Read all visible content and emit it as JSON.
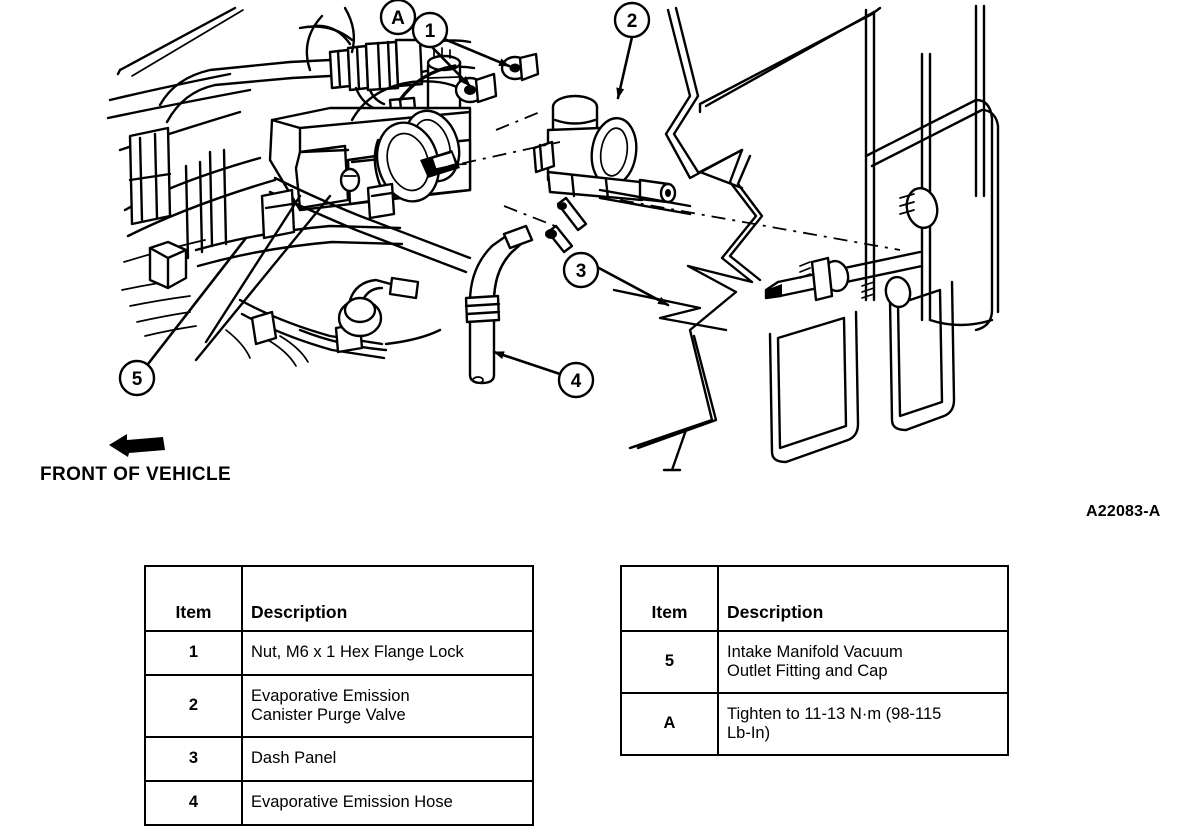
{
  "figure": {
    "code": "A22083-A",
    "orientation_label": "FRONT OF VEHICLE",
    "orientation_icon": "left-arrow-icon",
    "callouts": [
      {
        "id": "A",
        "label": "A"
      },
      {
        "id": "1",
        "label": "1"
      },
      {
        "id": "2",
        "label": "2"
      },
      {
        "id": "3",
        "label": "3"
      },
      {
        "id": "4",
        "label": "4"
      },
      {
        "id": "5",
        "label": "5"
      }
    ]
  },
  "tables": {
    "left": {
      "headers": {
        "item": "Item",
        "description": "Description"
      },
      "rows": [
        {
          "item": "1",
          "description": "Nut, M6 x 1 Hex Flange Lock"
        },
        {
          "item": "2",
          "description": "Evaporative Emission\nCanister Purge Valve"
        },
        {
          "item": "3",
          "description": "Dash Panel"
        },
        {
          "item": "4",
          "description": "Evaporative Emission Hose"
        }
      ]
    },
    "right": {
      "headers": {
        "item": "Item",
        "description": "Description"
      },
      "rows": [
        {
          "item": "5",
          "description": "Intake Manifold Vacuum\nOutlet Fitting and Cap"
        },
        {
          "item": "A",
          "description": "Tighten to 11-13 N·m (98-115\nLb-In)"
        }
      ]
    }
  },
  "colors": {
    "ink": "#000000",
    "paper": "#ffffff"
  }
}
